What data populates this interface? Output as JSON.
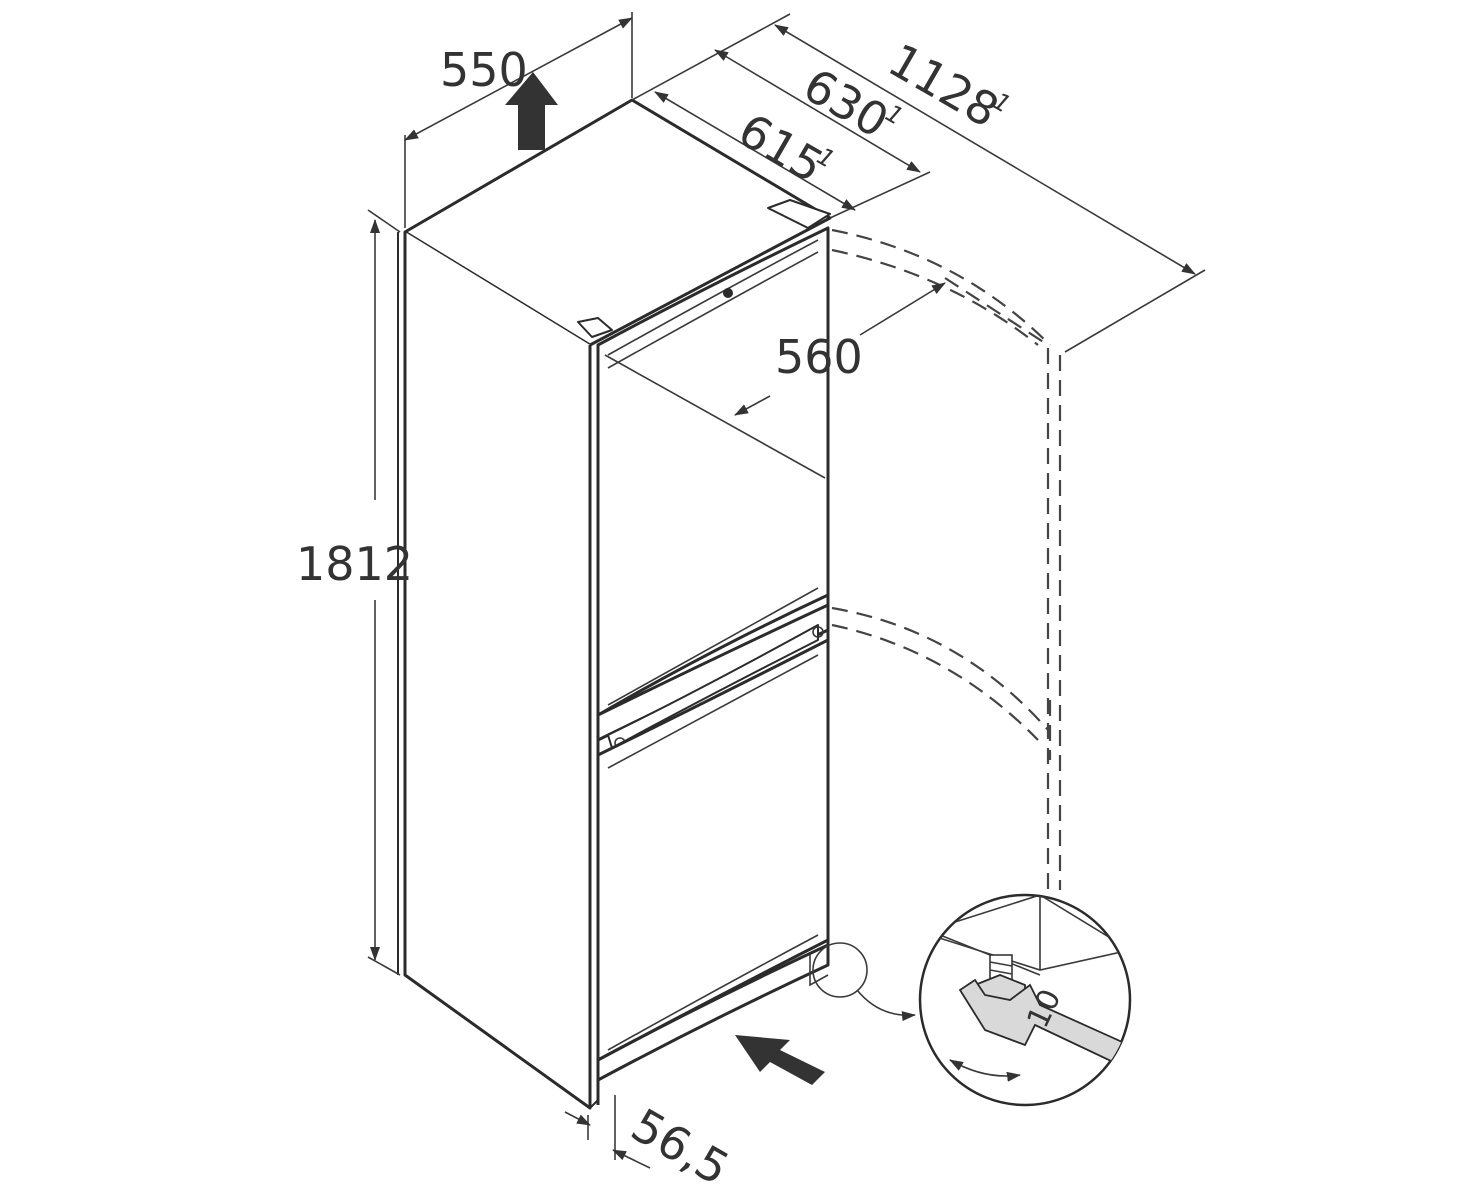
{
  "colors": {
    "line": "#2b2b2b",
    "text": "#333333",
    "background": "#ffffff",
    "fill_grey": "#d9d9d9"
  },
  "dimensions": {
    "depth": "550",
    "width_open_total": "1128",
    "width_open_total_note": "1",
    "width_with_handle": "630",
    "width_with_handle_note": "1",
    "width_door": "615",
    "width_door_note": "1",
    "door_depth": "560",
    "height": "1812",
    "foot_offset": "56,5"
  },
  "detail": {
    "wrench_size": "10",
    "icon": "wrench-adjust-foot-icon"
  },
  "icons": [
    "up-arrow-icon",
    "side-arrow-icon",
    "rotate-arrow-icon"
  ]
}
